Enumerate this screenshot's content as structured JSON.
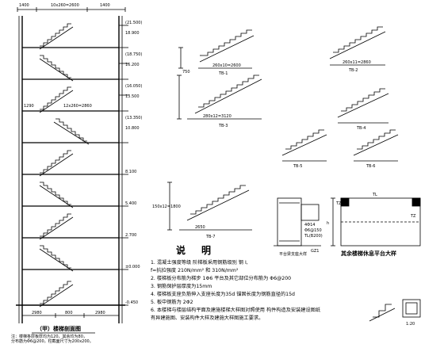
{
  "section": {
    "top_dims": [
      "1400",
      "10x260=2600",
      "1400"
    ],
    "elevations": [
      "(21.500)",
      "18.900",
      "(18.750)",
      "16.200",
      "(16.050)",
      "13.500",
      "(13.350)",
      "10.800",
      "8.100",
      "5.400",
      "2.700",
      "±0.000",
      "-0.450"
    ],
    "mid_label": "1290",
    "mid_dim": "12x260=2860",
    "bottom_dims": [
      "2980",
      "800",
      "2980"
    ],
    "caption": "（甲）楼梯剖面图",
    "footnote_1": "注：楼梯各层板厚均为120，其余均为80，",
    "footnote_2": "分布筋为Φ6@200，柱截面尺寸为200x200。"
  },
  "flights": {
    "tb_1": "TB-1",
    "tb_2": "TB-2",
    "tb_3": "TB-3",
    "tb_4": "TB-4",
    "tb_5": "TB-5",
    "tb_6": "TB-6",
    "tb_7": "TB-7",
    "dim_a": "260x10=2600",
    "dim_b": "260x11=2860",
    "dim_c": "280x12=3120",
    "dim_h": "150x12=1800",
    "dim_750": "750",
    "dim_2650": "2650"
  },
  "details": {
    "platform_caption": "平台梁支座大样",
    "platform_label": "GZ1",
    "other_caption": "其余楼梯休息平台大样",
    "tz_left": "TZ",
    "tz_right": "TZ",
    "tl": "TL",
    "h_label": "h",
    "scale": "1:20",
    "ref_a": "4Φ14",
    "ref_b": "Φ6@150",
    "ref_c": "TL(B200)"
  },
  "notes": {
    "heading": "说　明",
    "lines": [
      "1. 混凝土强度等级 阶梯板采用钢筋级别 钢 I,",
      "   f=抗拉强度 210N/mm² 和 310N/mm²",
      "2. 楼梯板分布筋为梯步 1Φ6 平台及其它部位分布筋为 Φ6@200",
      "3. 钢筋保护层厚度为15mm",
      "4. 楼梯板支座负筋伸入支座长度为35d 锚固长度为钢筋直径的15d",
      "5. 板中钢筋为 2Φ2",
      "6. 本楼梯与楼层结构平面及建施楼梯大样图对照使用 构件构造及安装建设图纸",
      "   有异建施图、安装构件大样及建施大样图施工要求。"
    ]
  }
}
